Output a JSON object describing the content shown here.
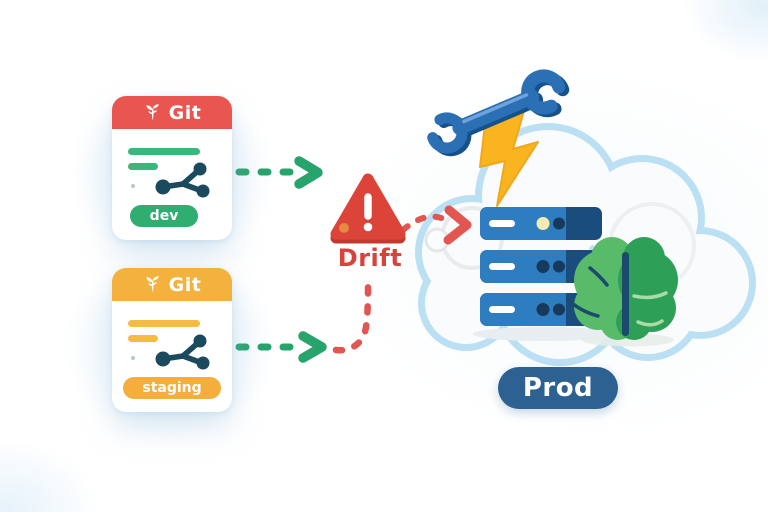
{
  "cards": {
    "dev": {
      "title": "Git",
      "badge": "dev",
      "header_color": "#E9564F",
      "line_color": "#3AB77A",
      "badge_color": "#30AE72"
    },
    "staging": {
      "title": "Git",
      "badge": "staging",
      "header_color": "#F3B13E",
      "line_color": "#F6BB41",
      "badge_color": "#F5AE3B"
    }
  },
  "drift": {
    "label": "Drift",
    "text_color": "#D9423B",
    "triangle_color": "#DC4439"
  },
  "prod": {
    "label": "Prod",
    "badge_color": "#2D6191"
  },
  "icons": {
    "card_header": "seedling-icon",
    "card_body": "git-branch-icon",
    "warning": "warning-triangle-icon",
    "tools": [
      "wrench-icon",
      "lightning-bolt-icon"
    ],
    "infra": [
      "cloud-icon",
      "server-stack-icon",
      "tree-icon"
    ]
  },
  "arrows": {
    "dev_to_drift": {
      "style": "dashed",
      "color": "#27A36C"
    },
    "staging_to_drift": {
      "style": "dashed",
      "color": "#27A36C"
    },
    "drift_to_prod": {
      "style": "dashed",
      "color": "#E25550"
    },
    "staging_drift_link": {
      "style": "dashed",
      "color": "#E25550"
    }
  },
  "palette": {
    "cloud_outline": "#BCE0F3",
    "server_front": "#2E7DC1",
    "server_side": "#1A4C7D",
    "server_light_on": "#F2ECB4",
    "server_light_off": "#16395C",
    "bolt": "#F9B41F",
    "wrench": "#2B6FB4",
    "tree_light": "#57BB6A",
    "tree_dark": "#2E9F57",
    "tree_trunk": "#1B4A6C",
    "branch_icon": "#1B4A5E"
  }
}
